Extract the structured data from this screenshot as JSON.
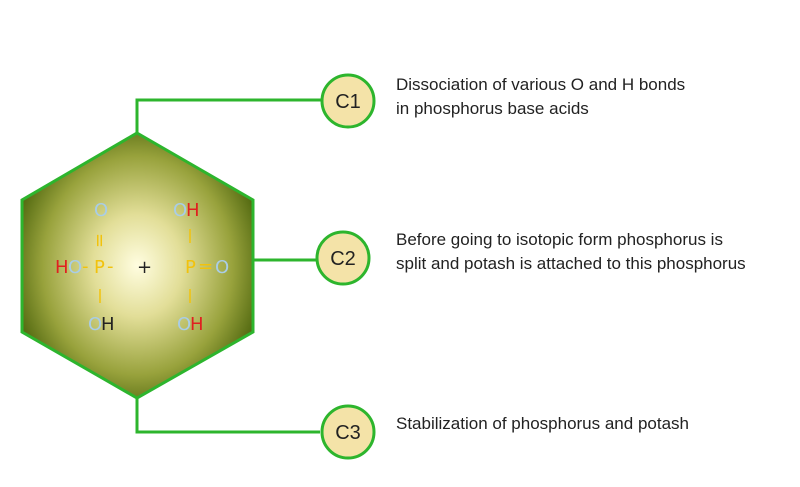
{
  "colors": {
    "connector": "#2db52d",
    "badge_fill": "#f4e3a8",
    "badge_stroke": "#2db52d",
    "hex_center": "#fffde0",
    "hex_edge": "#556b12",
    "atom_O": "#a9cde6",
    "atom_H": "#e02020",
    "atom_P": "#f2c20c",
    "atom_H_dark": "#222222",
    "bond": "#f2c20c"
  },
  "molecule": {
    "left": {
      "top_O": "O",
      "double_bond": "=",
      "left_H": "H",
      "left_O": "O",
      "dash": "-",
      "P": "P",
      "P_dash": "-",
      "bottom_O": "O",
      "bottom_H": "H"
    },
    "plus": "+",
    "right": {
      "top_O": "O",
      "top_H": "H",
      "P": "P",
      "double_bond": "=",
      "right_O": "O",
      "bottom_O": "O",
      "bottom_H": "H"
    }
  },
  "callouts": [
    {
      "badge": "C1",
      "lines": [
        "Dissociation of various O and H bonds",
        "in phosphorus base acids"
      ]
    },
    {
      "badge": "C2",
      "lines": [
        "Before going to isotopic form phosphorus is",
        "split and potash is attached to this phosphorus"
      ]
    },
    {
      "badge": "C3",
      "lines": [
        "Stabilization of phosphorus and potash"
      ]
    }
  ]
}
